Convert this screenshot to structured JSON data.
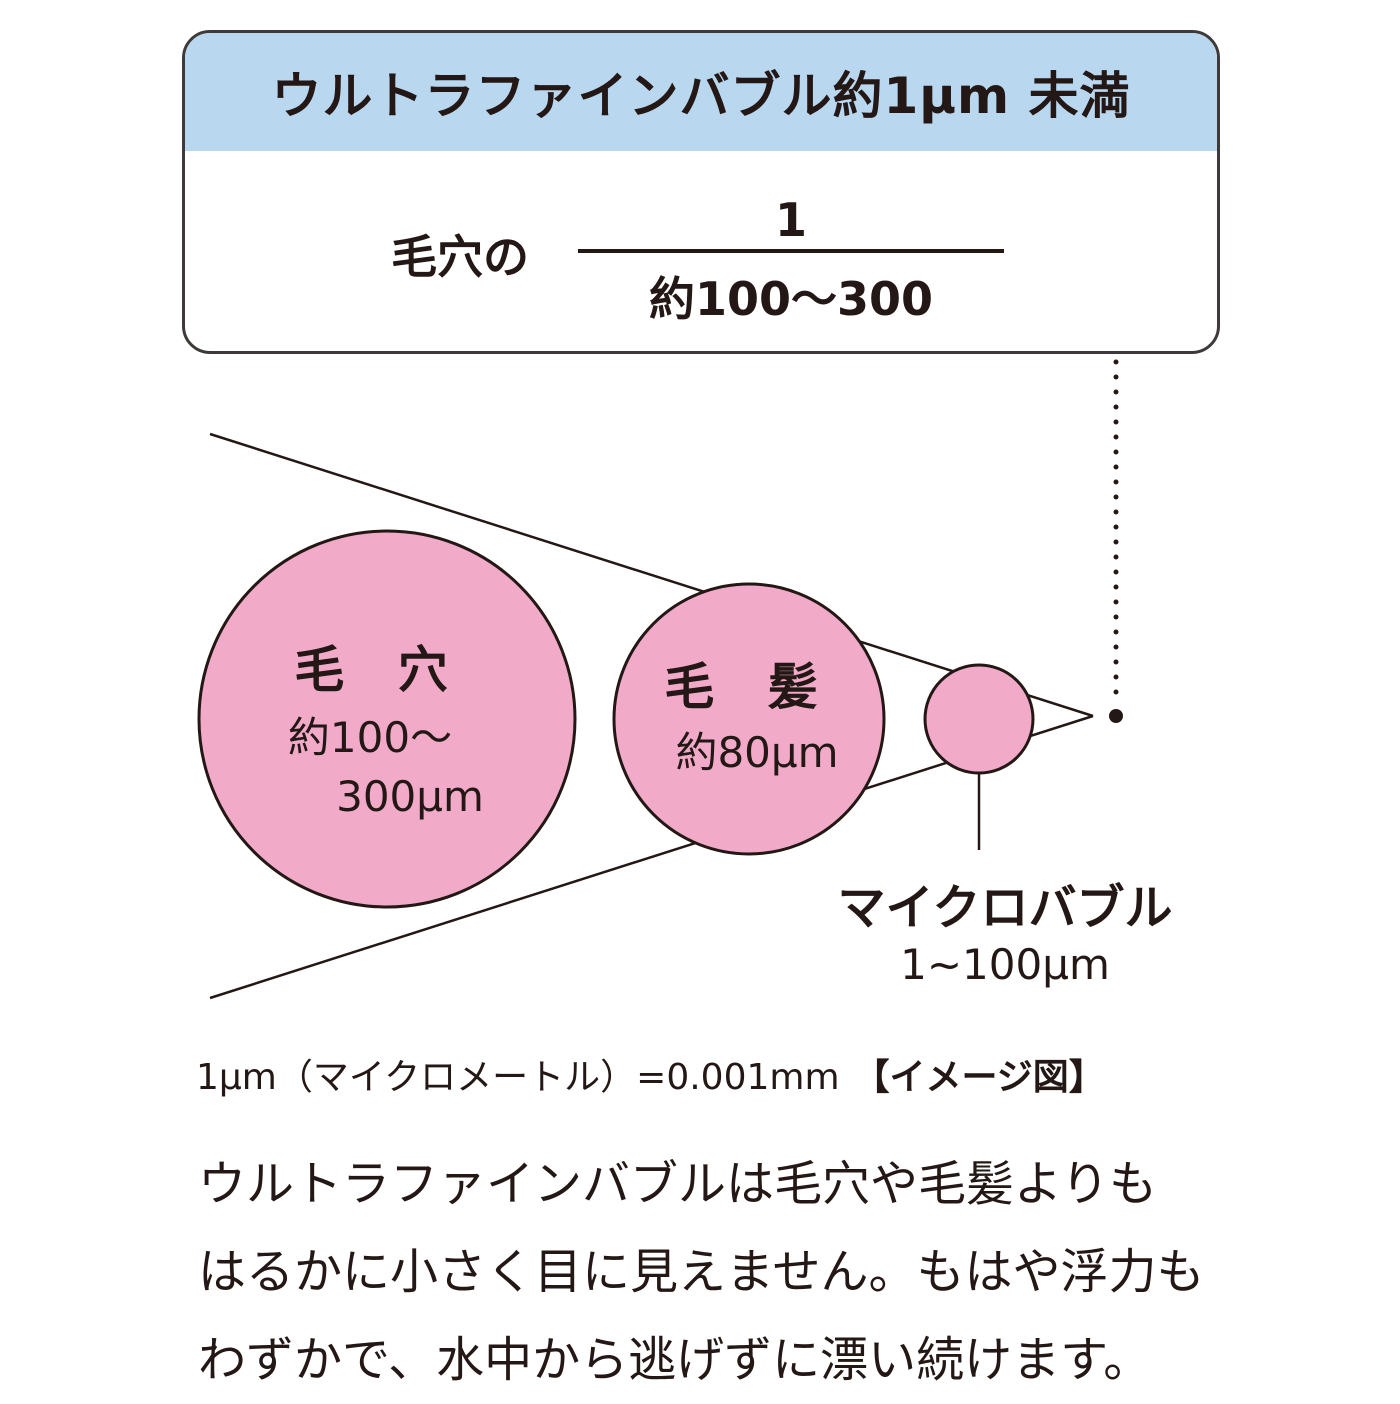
{
  "card": {
    "title": "ウルトラファインバブル約1μm 未満",
    "ratio_label": "毛穴の",
    "numerator": "1",
    "denominator": "約100〜300"
  },
  "circles": {
    "pore": {
      "name": "毛 穴",
      "size_line1": "約100〜",
      "size_line2": "300μm"
    },
    "hair": {
      "name": "毛 髪",
      "size": "約80μm"
    },
    "micro": {
      "name": "マイクロバブル",
      "size": "1~100μm"
    }
  },
  "unit_note": {
    "text": "1μm（マイクロメートル）=0.001mm",
    "tag": "【イメージ図】"
  },
  "description": {
    "line1": "ウルトラファインバブルは毛穴や毛髪よりも",
    "line2": "はるかに小さく目に見えません。もはや浮力も",
    "line3": "わずかで、水中から逃げずに漂い続けます。"
  },
  "colors": {
    "circle_fill": "#f1aac8",
    "header_bg": "#b9d7ef",
    "line": "#231815"
  }
}
